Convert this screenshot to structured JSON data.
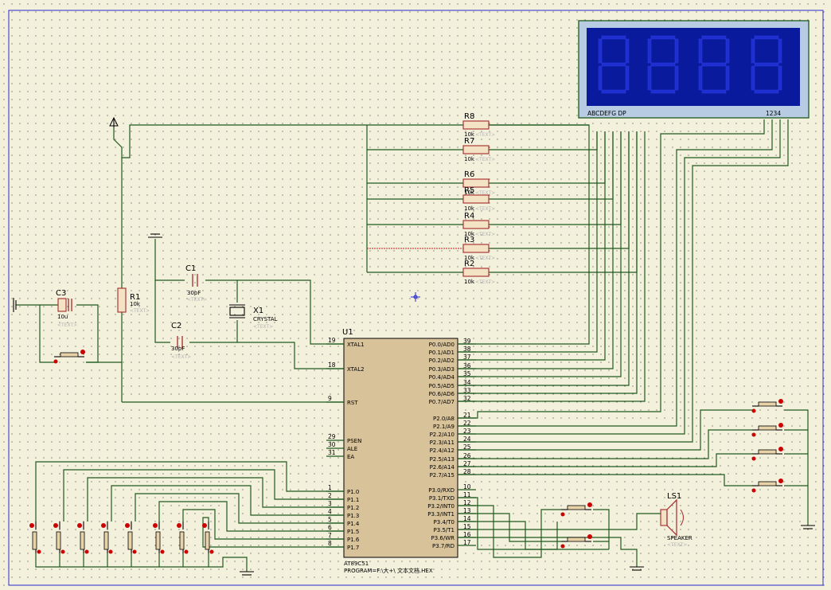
{
  "components": {
    "R1": {
      "ref": "R1",
      "value": "10k",
      "text": "<TEXT>"
    },
    "C1": {
      "ref": "C1",
      "value": "30pF",
      "text": "<TEXT>"
    },
    "C2": {
      "ref": "C2",
      "value": "30pF",
      "text": "<TEXT>"
    },
    "C3": {
      "ref": "C3",
      "value": "10u",
      "text": "<TEXT>"
    },
    "X1": {
      "ref": "X1",
      "value": "CRYSTAL",
      "text": "<TEXT>"
    },
    "LS1": {
      "ref": "LS1",
      "value": "SPEAKER",
      "text": "<TEXT>"
    },
    "U1": {
      "ref": "U1",
      "part": "AT89C51",
      "program": "PROGRAM=F:\\大+\\ 文本文档.HEX"
    },
    "resistors": [
      {
        "ref": "R8",
        "value": "10k",
        "text": "<TEXT>"
      },
      {
        "ref": "R7",
        "value": "10k",
        "text": "<TEXT>"
      },
      {
        "ref": "R6",
        "value": "10k",
        "text": "<TEXT>"
      },
      {
        "ref": "R5",
        "value": "10k",
        "text": "<TEXT>"
      },
      {
        "ref": "R4",
        "value": "10k",
        "text": "<TEXT>"
      },
      {
        "ref": "R3",
        "value": "10k",
        "text": "<TEXT>"
      },
      {
        "ref": "R2",
        "value": "10k",
        "text": "<TEXT>"
      }
    ]
  },
  "display": {
    "segment_labels": "ABCDEFG DP",
    "digit_labels": "1234"
  },
  "pins_left": [
    {
      "num": "19",
      "name": "XTAL1"
    },
    {
      "num": "18",
      "name": "XTAL2"
    },
    {
      "num": "9",
      "name": "RST"
    },
    {
      "num": "29",
      "name": "PSEN"
    },
    {
      "num": "30",
      "name": "ALE"
    },
    {
      "num": "31",
      "name": "EA"
    },
    {
      "num": "1",
      "name": "P1.0"
    },
    {
      "num": "2",
      "name": "P1.1"
    },
    {
      "num": "3",
      "name": "P1.2"
    },
    {
      "num": "4",
      "name": "P1.3"
    },
    {
      "num": "5",
      "name": "P1.4"
    },
    {
      "num": "6",
      "name": "P1.5"
    },
    {
      "num": "7",
      "name": "P1.6"
    },
    {
      "num": "8",
      "name": "P1.7"
    }
  ],
  "pins_right": [
    {
      "num": "39",
      "name": "P0.0/AD0"
    },
    {
      "num": "38",
      "name": "P0.1/AD1"
    },
    {
      "num": "37",
      "name": "P0.2/AD2"
    },
    {
      "num": "36",
      "name": "P0.3/AD3"
    },
    {
      "num": "35",
      "name": "P0.4/AD4"
    },
    {
      "num": "34",
      "name": "P0.5/AD5"
    },
    {
      "num": "33",
      "name": "P0.6/AD6"
    },
    {
      "num": "32",
      "name": "P0.7/AD7"
    },
    {
      "num": "21",
      "name": "P2.0/A8"
    },
    {
      "num": "22",
      "name": "P2.1/A9"
    },
    {
      "num": "23",
      "name": "P2.2/A10"
    },
    {
      "num": "24",
      "name": "P2.3/A11"
    },
    {
      "num": "25",
      "name": "P2.4/A12"
    },
    {
      "num": "26",
      "name": "P2.5/A13"
    },
    {
      "num": "27",
      "name": "P2.6/A14"
    },
    {
      "num": "28",
      "name": "P2.7/A15"
    },
    {
      "num": "10",
      "name": "P3.0/RXD"
    },
    {
      "num": "11",
      "name": "P3.1/TXD"
    },
    {
      "num": "12",
      "name": "P3.2/INT0"
    },
    {
      "num": "13",
      "name": "P3.3/INT1"
    },
    {
      "num": "14",
      "name": "P3.4/T0"
    },
    {
      "num": "15",
      "name": "P3.5/T1"
    },
    {
      "num": "16",
      "name": "P3.6/WR"
    },
    {
      "num": "17",
      "name": "P3.7/RD"
    }
  ]
}
